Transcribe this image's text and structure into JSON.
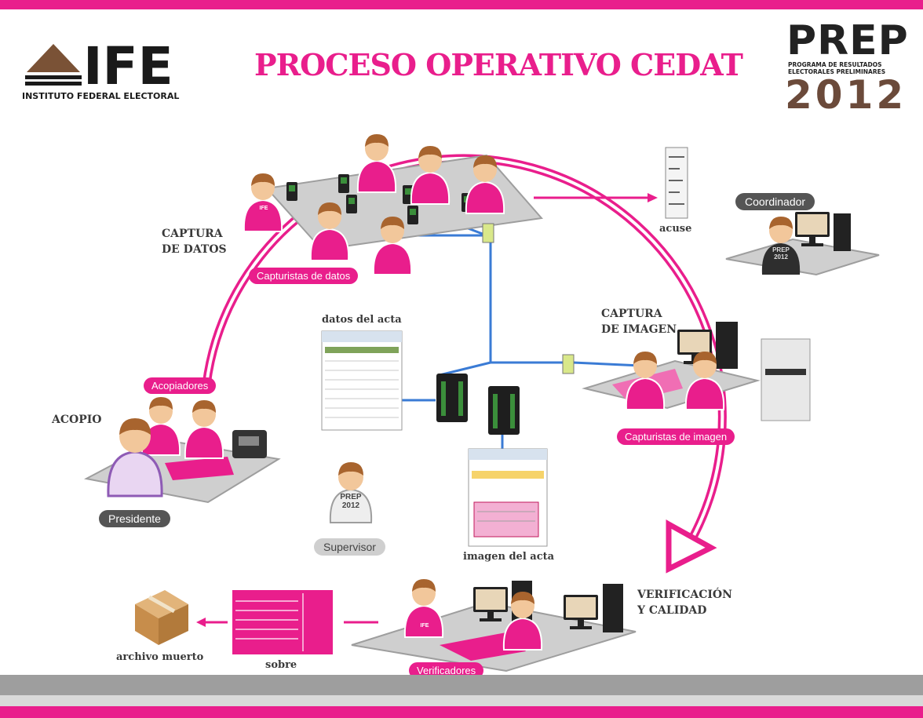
{
  "header": {
    "title": "PROCESO OPERATIVO CEDAT",
    "ife_logo_text": "IFE",
    "ife_logo_subtitle": "INSTITUTO FEDERAL ELECTORAL",
    "prep_logo_word": "PREP",
    "prep_logo_line1": "PROGRAMA DE RESULTADOS",
    "prep_logo_line2": "ELECTORALES PRELIMINARES",
    "prep_logo_year": "2012"
  },
  "stages": {
    "captura_datos": "CAPTURA\nDE DATOS",
    "acopio": "ACOPIO",
    "captura_imagen": "CAPTURA\nDE IMAGEN",
    "verificacion": "VERIFICACIÓN\nY CALIDAD"
  },
  "roles": {
    "capturistas_datos": "Capturistas de datos",
    "acopiadores": "Acopiadores",
    "presidente": "Presidente",
    "coordinador": "Coordinador",
    "capturistas_imagen": "Capturistas de imagen",
    "supervisor": "Supervisor",
    "verificadores": "Verificadores"
  },
  "items": {
    "acuse": "acuse",
    "datos_del_acta": "datos del acta",
    "imagen_del_acta": "imagen del acta",
    "sobre": "sobre",
    "archivo_muerto": "archivo muerto"
  },
  "shirt_texts": {
    "ife": "IFE",
    "prep": "PREP",
    "prep_year": "2012"
  },
  "colors": {
    "accent_pink": "#e91e8c",
    "network_blue": "#3a7bd5",
    "table_grey": "#bdbdbd",
    "skin": "#f2c79b",
    "hair": "#a8642e"
  }
}
